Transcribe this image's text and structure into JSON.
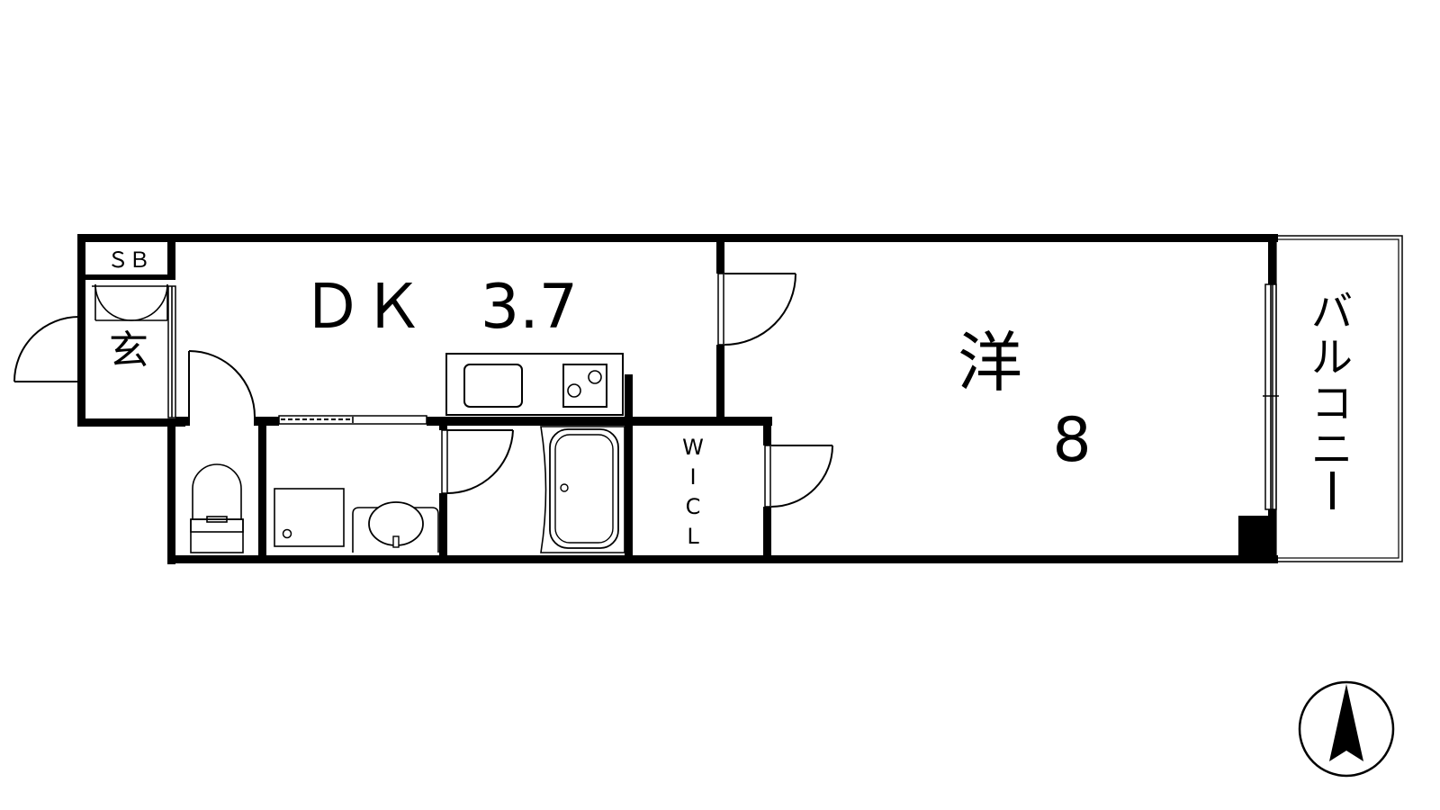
{
  "rooms": {
    "shoe_box": "ＳＢ",
    "entrance": "玄",
    "dining_kitchen": "ＤＫ",
    "dining_kitchen_size": "3.7",
    "western_room": "洋",
    "western_room_size": "8",
    "walk_in_closet": [
      "W",
      "I",
      "C",
      "L"
    ],
    "balcony": [
      "バ",
      "ル",
      "コ",
      "ニ",
      "ー"
    ]
  },
  "compass": {
    "icon": "north-arrow-icon"
  }
}
